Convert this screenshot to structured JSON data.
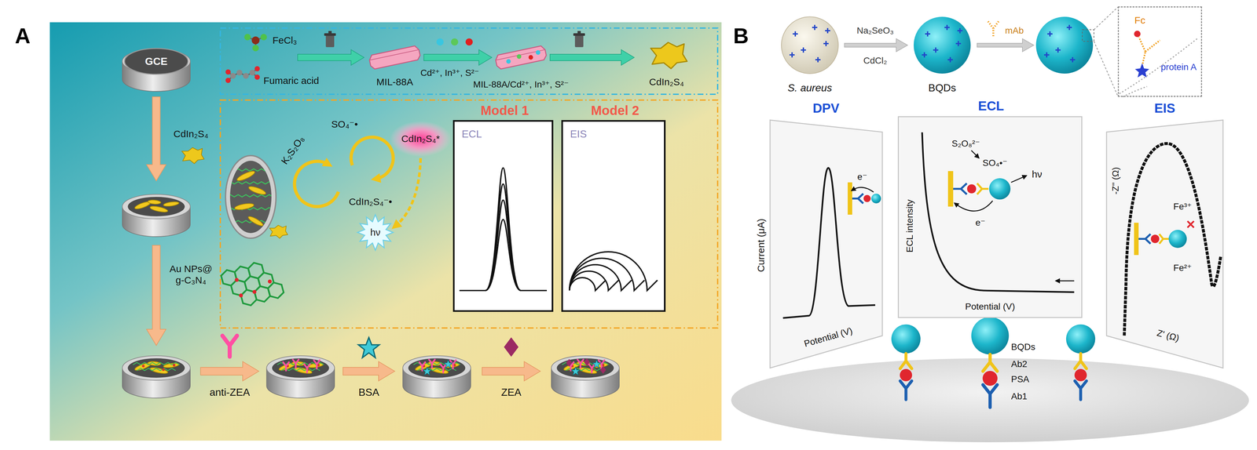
{
  "diagram": {
    "nodes": [
      {
        "text": [
          "GCE"
        ]
      },
      {
        "text": [
          "CdIn₂S₄*"
        ]
      },
      {
        "text": [
          "hν"
        ]
      },
      {
        "text": [
          "Model 1",
          "ECL"
        ]
      },
      {
        "text": [
          "Model 2",
          "EIS"
        ]
      },
      {
        "text": [
          "Fc",
          "protein A"
        ]
      },
      {
        "text": [
          "DPV"
        ]
      },
      {
        "text": [
          "ECL"
        ]
      },
      {
        "text": [
          "EIS"
        ]
      }
    ],
    "labels": [
      "A",
      "CdIn₂S₄",
      "Au NPs@ g-C₃N₄",
      "FeCl₃",
      "Fumaric acid",
      "MIL-88A",
      "Cd²⁺, In³⁺, S²⁻",
      "MIL-88A/Cd²⁺, In³⁺, S²⁻",
      "CdIn₂S₄",
      "K₂S₂O₈",
      "SO₄⁻•",
      "CdIn₂S₄⁻•",
      "anti-ZEA",
      "BSA",
      "ZEA",
      "B",
      "S. aureus",
      "Na₂SeO₃",
      "CdCl₂",
      "BQDs",
      "mAb",
      "Current (μA)",
      "Potential (V)",
      "e⁻",
      "ECL intensity",
      "Potential (V)",
      "S₂O₈²⁻",
      "SO₄•⁻",
      "hν",
      "e⁻",
      "-Z'' (Ω)",
      "Z' (Ω)",
      "Fe³⁺",
      "Fe²⁺",
      "BQDs",
      "Ab2",
      "PSA",
      "Ab1"
    ]
  }
}
